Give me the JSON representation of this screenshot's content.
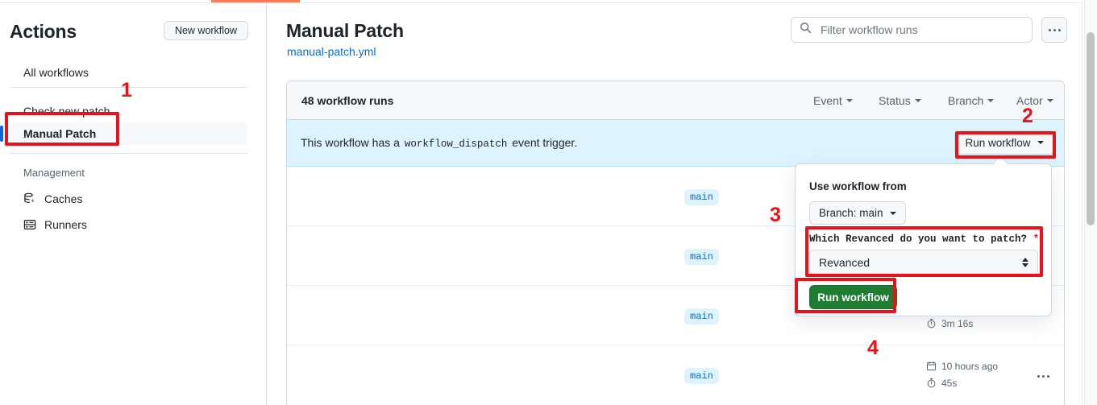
{
  "sidebar": {
    "title": "Actions",
    "new_workflow_label": "New workflow",
    "items": [
      {
        "label": "All workflows"
      },
      {
        "label": "Check new patch"
      },
      {
        "label": "Manual Patch"
      }
    ],
    "management_title": "Management",
    "management_items": [
      {
        "label": "Caches",
        "icon": "cache-icon"
      },
      {
        "label": "Runners",
        "icon": "runners-icon"
      }
    ]
  },
  "main": {
    "title": "Manual Patch",
    "subtitle": "manual-patch.yml",
    "search": {
      "placeholder": "Filter workflow runs",
      "value": "",
      "icon": "search-icon"
    },
    "kebab_icon": "kebab-horizontal-icon",
    "runs": {
      "count_label": "48 workflow runs",
      "filters": [
        {
          "label": "Event"
        },
        {
          "label": "Status"
        },
        {
          "label": "Branch"
        },
        {
          "label": "Actor"
        }
      ],
      "dispatch_banner": {
        "text_before": "This workflow has a",
        "code": "workflow_dispatch",
        "text_after": "event trigger.",
        "run_button_label": "Run workflow"
      },
      "rows": [
        {
          "branch": "main",
          "updated": "",
          "duration": ""
        },
        {
          "branch": "main",
          "updated": "",
          "duration": ""
        },
        {
          "branch": "main",
          "updated": "",
          "duration": "3m 16s"
        },
        {
          "branch": "main",
          "updated": "10 hours ago",
          "duration": "45s"
        }
      ]
    }
  },
  "dropdown": {
    "use_workflow_from_label": "Use workflow from",
    "branch_button_label": "Branch: main",
    "input_label": "Which Revanced do you want to patch?",
    "required_marker": "*",
    "select_value": "Revanced",
    "submit_label": "Run workflow"
  },
  "annotations": {
    "one": "1",
    "two": "2",
    "three": "3",
    "four": "4"
  },
  "colors": {
    "accent_blue": "#0969da",
    "green_button": "#1f7c33",
    "annotation_red": "#e8121a",
    "banner_blue": "#ddf4ff",
    "progress_orange": "#ff7a59"
  }
}
